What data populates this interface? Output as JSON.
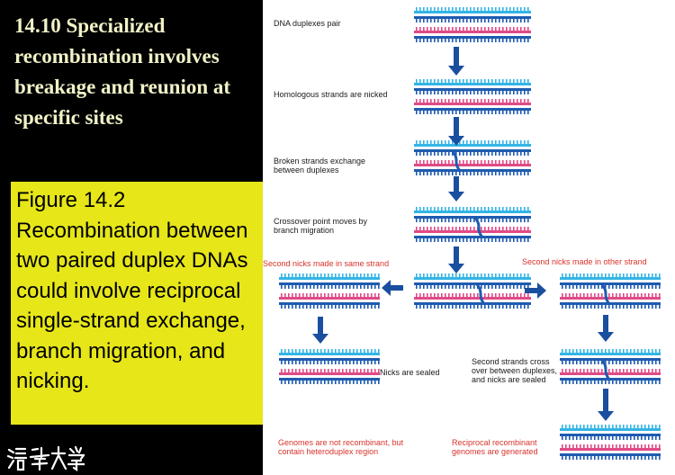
{
  "slide": {
    "title": "14.10 Specialized recombination involves breakage and reunion at specific sites",
    "caption": "Figure 14.2 Recombination between two paired duplex DNAs could involve reciprocal single-strand exchange, branch migration, and nicking.",
    "logo_text": "清华大学"
  },
  "diagram": {
    "step1": "DNA duplexes pair",
    "step2": "Homologous strands are nicked",
    "step3": "Broken strands exchange between duplexes",
    "step4": "Crossover point moves by branch migration",
    "left_branch": "Second nicks made in same strand",
    "right_branch": "Second nicks made in other strand",
    "nicks_sealed": "Nicks are sealed",
    "second_strands": "Second strands cross over between duplexes, and nicks are sealed",
    "left_result": "Genomes are not recombinant, but contain heteroduplex region",
    "right_result": "Reciprocal recombinant genomes are generated"
  },
  "colors": {
    "background": "#000000",
    "title_text": "#f2f2c8",
    "caption_bg": "#e6e619",
    "blue_strand": "#1e5bb0",
    "pink_strand": "#e04a86",
    "cyan_strand": "#33b5e5",
    "arrow": "#1a4fa0",
    "red_label": "#d8322a"
  }
}
